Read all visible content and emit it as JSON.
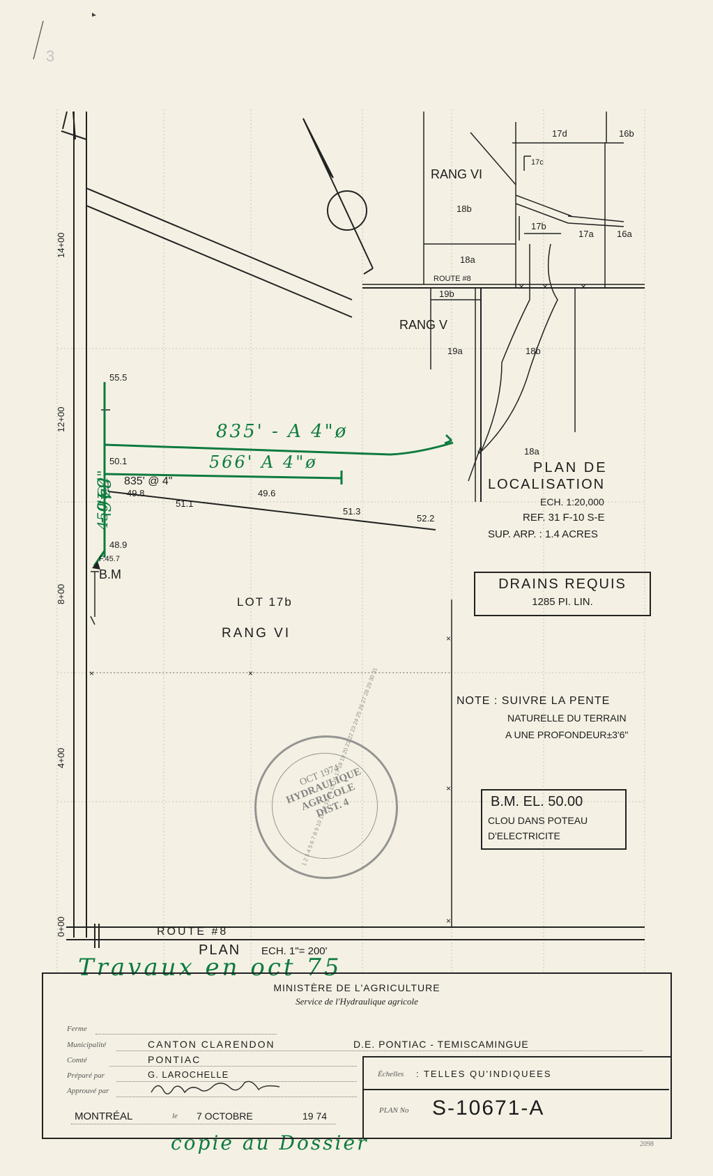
{
  "corner_mark": "3",
  "location_plan": {
    "rang_vi": "RANG VI",
    "rang_v": "RANG V",
    "lots": [
      "17d",
      "16b",
      "17c",
      "18b",
      "17b",
      "17a",
      "16a",
      "18a",
      "19b",
      "19a",
      "18b",
      "18a"
    ],
    "route": "ROUTE #8",
    "title_line1": "PLAN  DE",
    "title_line2": "LOCALISATION",
    "scale": "ECH. 1:20,000",
    "ref": "REF. 31 F-10 S-E",
    "area": "SUP. ARP. : 1.4 ACRES"
  },
  "main_plan": {
    "chainage": [
      "14+00",
      "12+00",
      "8+00",
      "4+00",
      "0+00"
    ],
    "elevations": [
      "55.5",
      "50.1",
      "49.8",
      "51.1",
      "49.6",
      "51.3",
      "52.2",
      "48.9",
      "F.45.7"
    ],
    "drain_note": "835' @ 4\"",
    "bm": "B.M",
    "lot": "LOT 17b",
    "rang": "RANG VI",
    "route": "ROUTE #8",
    "plan_label": "PLAN",
    "plan_scale": "ECH. 1\"= 200'"
  },
  "green_annotations": {
    "drain1": "835' - A 4\"ø",
    "drain2": "566' A 4\"ø",
    "vertical": "450'@4\"",
    "vertical2": "846'-",
    "works": "Travaux en oct 75",
    "copy": "copie au Dossier"
  },
  "drains_box": {
    "title": "DRAINS REQUIS",
    "length": "1285 PI. LIN."
  },
  "note": {
    "line1": "NOTE : SUIVRE LA PENTE",
    "line2": "NATURELLE DU TERRAIN",
    "line3": "A UNE PROFONDEUR±3'6\""
  },
  "bm_box": {
    "line1": "B.M. EL. 50.00",
    "line2": "CLOU DANS POTEAU",
    "line3": "D'ELECTRICITE"
  },
  "stamp": {
    "date": "OCT 1974",
    "line1": "HYDRAULIQUE",
    "line2": "AGRICOLE",
    "line3": "DIST. 4",
    "ring": "1 2 3 4 5 6 7 8 9 10 11 12 13 14 15 16 17 18 19 20 21 22 23 24 25 26 27 28 29 30 31"
  },
  "title_block": {
    "ministry": "MINISTÈRE DE L'AGRICULTURE",
    "service": "Service de l'Hydraulique agricole",
    "ferme_label": "Ferme",
    "municipalite_label": "Municipalité",
    "municipalite": "CANTON  CLARENDON",
    "de": "D.E. PONTIAC - TEMISCAMINGUE",
    "comte_label": "Comté",
    "comte": "PONTIAC",
    "prepare_label": "Préparé par",
    "prepare": "G. LAROCHELLE",
    "approuve_label": "Approuvé par",
    "echelle_label": "Échelles",
    "echelle": ": TELLES  QU'INDIQUEES",
    "place": "MONTRÉAL",
    "le": "le",
    "date": "7 OCTOBRE",
    "year": "19 74",
    "plan_label": "PLAN No",
    "plan_no": "S-10671-A",
    "code": "2098"
  },
  "colors": {
    "paper": "#f4f1e4",
    "ink": "#1c1c1c",
    "green": "#0e7a3f"
  }
}
